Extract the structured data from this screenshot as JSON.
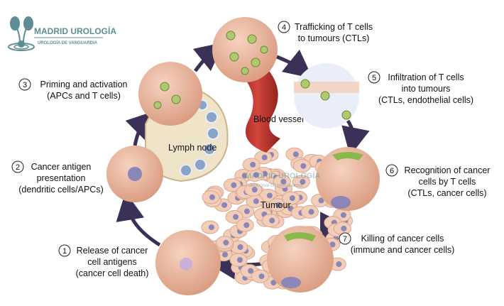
{
  "logo": {
    "name": "MADRID UROLOGÍA",
    "tagline": "UROLOGÍA DE VANGUARDIA"
  },
  "watermark": {
    "name": "MADRID UROLOGÍA",
    "tagline": "UROLOGÍA DE VANGUARDIA"
  },
  "steps": [
    {
      "number": "1",
      "lines": [
        "Release of cancer",
        "cell antigens",
        "(cancer cell death)"
      ]
    },
    {
      "number": "2",
      "lines": [
        "Cancer antigen",
        "presentation",
        "(dendritic cells/APCs)"
      ]
    },
    {
      "number": "3",
      "lines": [
        "Priming and activation",
        "(APCs and T cells)"
      ]
    },
    {
      "number": "4",
      "lines": [
        "Trafficking of T cells",
        "to tumours (CTLs)"
      ]
    },
    {
      "number": "5",
      "lines": [
        "Infiltration of T cells",
        "into tumours",
        "(CTLs, endothelial cells)"
      ]
    },
    {
      "number": "6",
      "lines": [
        "Recognition of cancer",
        "cells by T cells",
        "(CTLs, cancer cells)"
      ]
    },
    {
      "number": "7",
      "lines": [
        "Killing of cancer cells",
        "(immune and cancer cells)"
      ]
    }
  ],
  "structures": {
    "blood_vessel": "Blood vessel",
    "lymph_node": "Lymph node",
    "tumour": "Tumour"
  },
  "colors": {
    "arrow": "#3b3158",
    "cell_bg": "#e8b49a",
    "vessel": "#b8322b",
    "tumour_cell": "#f2cdb8",
    "nucleus": "#8a86b8",
    "logo": "#5e8e95"
  }
}
